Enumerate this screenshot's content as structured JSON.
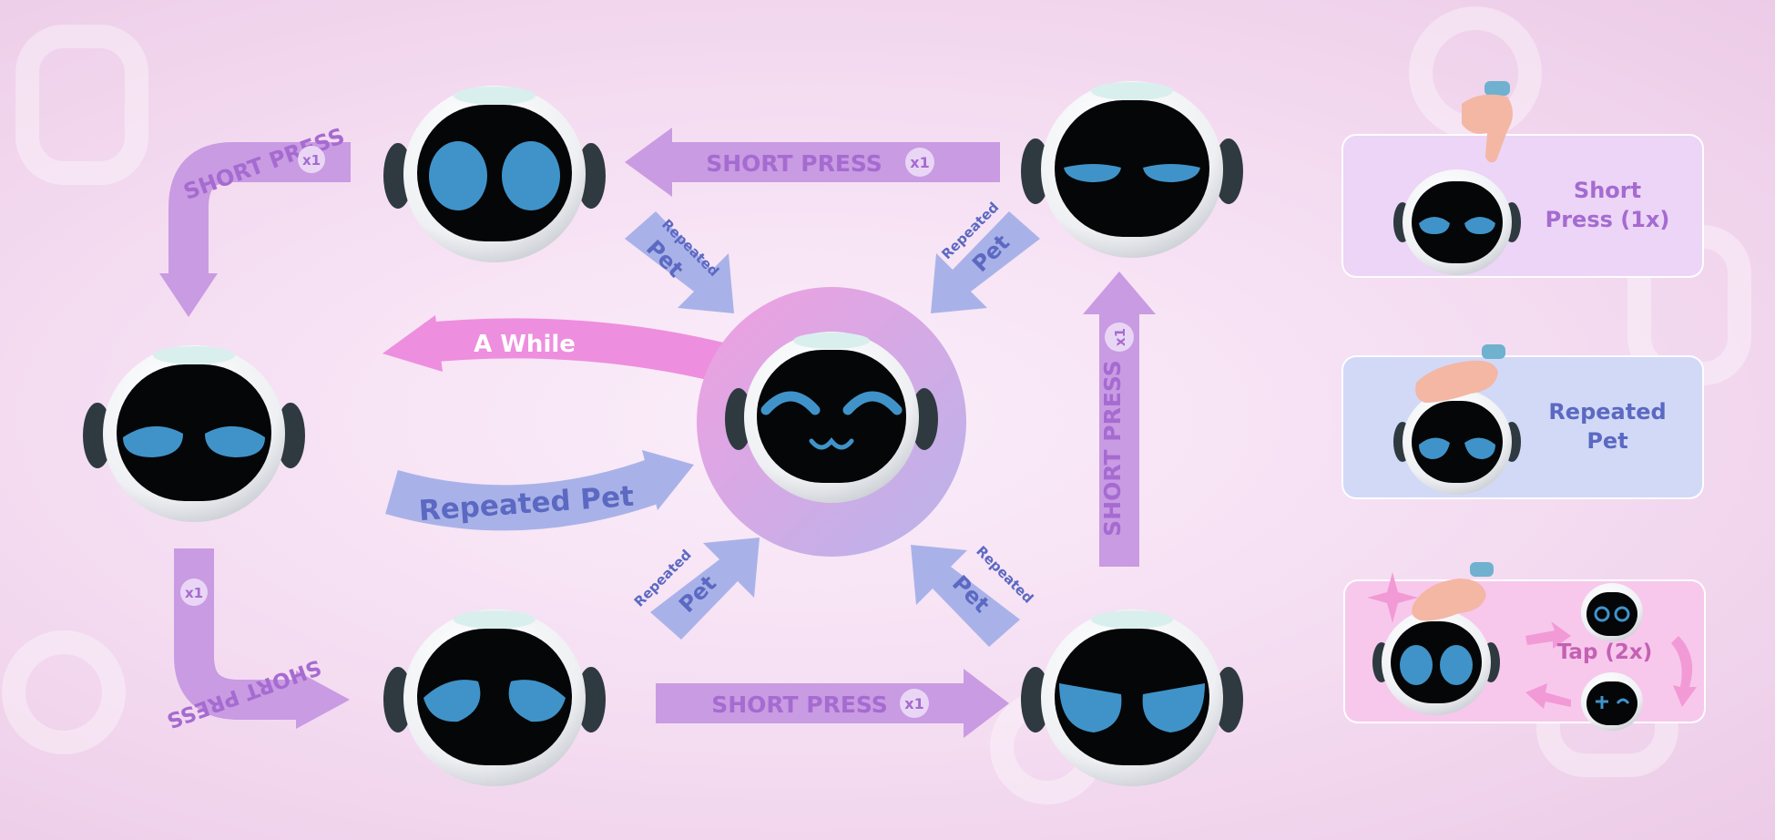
{
  "arrows": {
    "short_press": "SHORT PRESS",
    "times_one": "x1",
    "a_while": "A While",
    "repeated_pet_big": "Repeated Pet",
    "repeated_small": "Repeated",
    "pet_small": "Pet"
  },
  "legend": {
    "short_press_card": "Short\nPress (1x)",
    "repeated_pet_card": "Repeated\nPet",
    "tap_card": "Tap (2x)"
  },
  "colors": {
    "purple_arrow": "#c99be3",
    "pink_arrow": "#ee8ede",
    "blue_arrow": "#a9b2e8",
    "purple_text": "#a56bd0",
    "blue_text": "#5b69c2",
    "white_text": "#ffffff",
    "eye_blue": "#3f93c9",
    "card_purple": "#ecd5f6",
    "card_blue": "#d2d9f7",
    "card_pink": "#f7c8ec"
  },
  "icons": [
    "hand-icon",
    "sparkle-icon",
    "robot-face-icon"
  ]
}
